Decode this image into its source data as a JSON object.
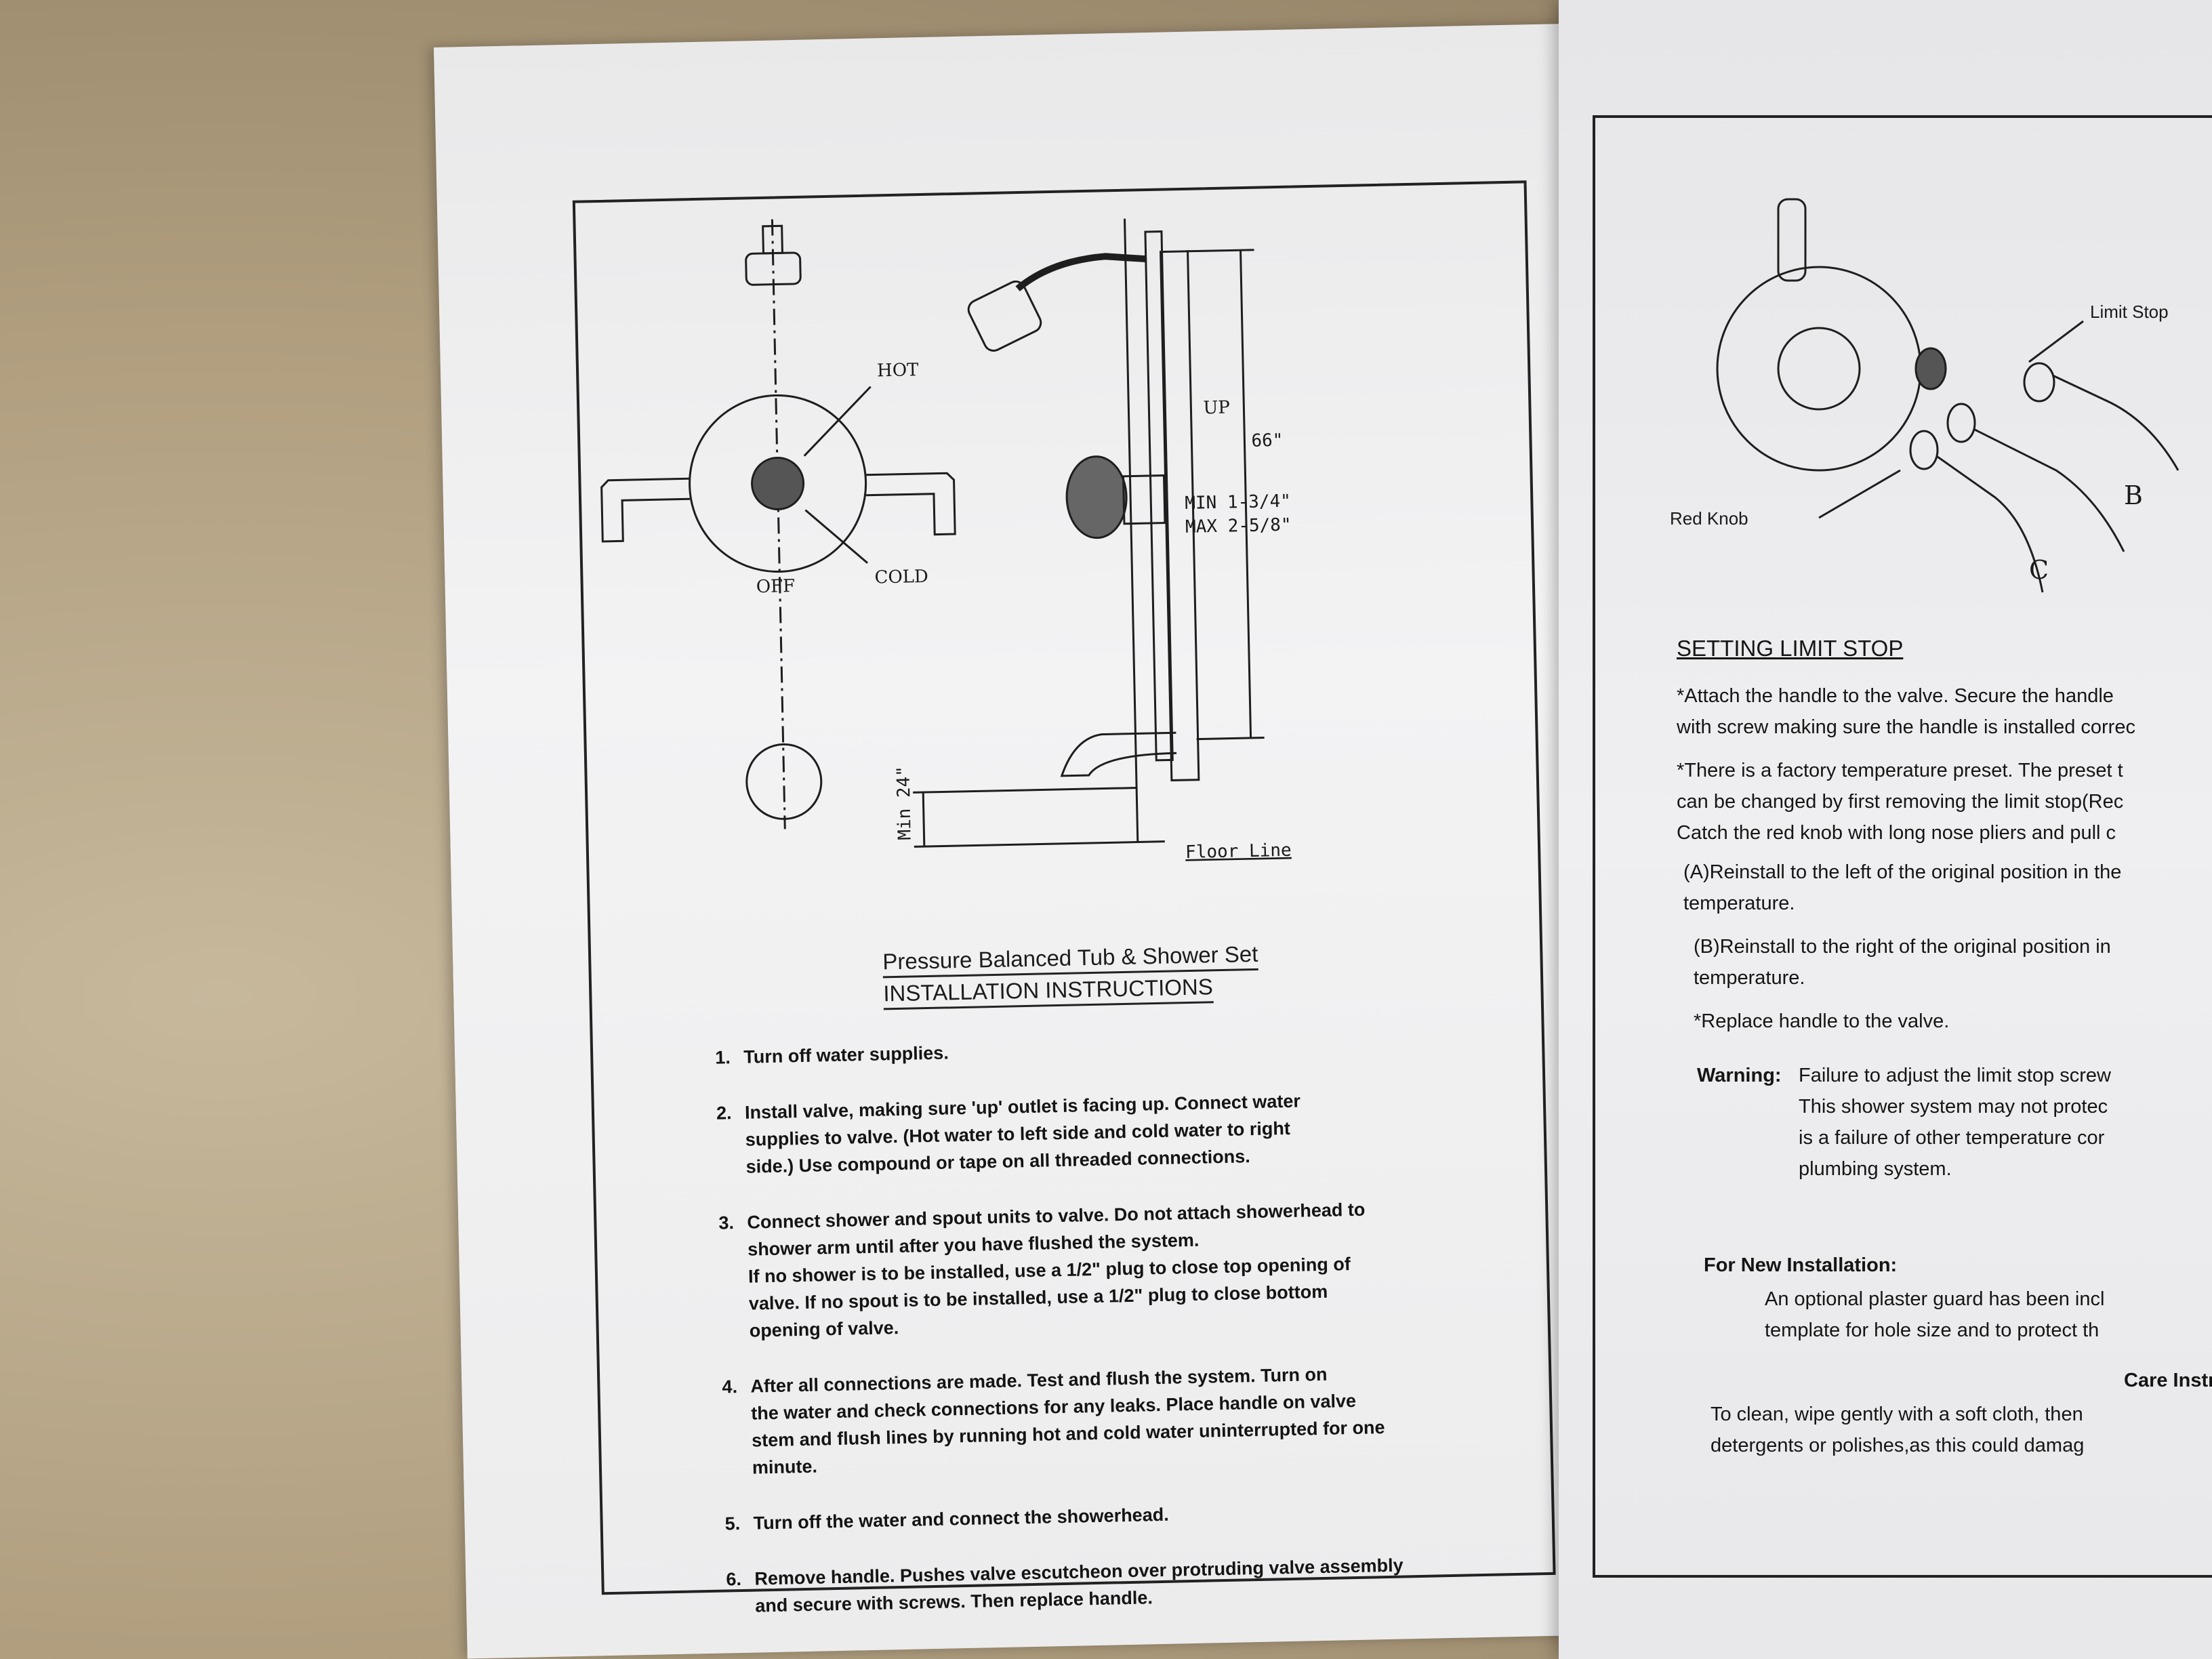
{
  "left_sheet": {
    "diagram_labels": {
      "hot": "HOT",
      "off": "OFF",
      "cold": "COLD",
      "up": "UP",
      "height": "66\"",
      "min_depth": "MIN 1-3/4\"",
      "max_depth": "MAX 2-5/8\"",
      "min_24": "Min 24\"",
      "floor_line": "Floor Line"
    },
    "title": "Pressure Balanced Tub & Shower Set",
    "subtitle": "INSTALLATION INSTRUCTIONS",
    "steps": [
      {
        "num": "1.",
        "text": "Turn off water supplies."
      },
      {
        "num": "2.",
        "text": "Install valve, making sure 'up' outlet is facing up. Connect water\nsupplies to valve. (Hot water to left side and cold water to right\nside.) Use compound or tape on all threaded connections."
      },
      {
        "num": "3.",
        "text": "Connect shower and spout units to valve. Do not attach showerhead to\nshower arm until after you have flushed the system.\nIf no shower is to be installed, use a 1/2\" plug to close top opening of\nvalve. If no spout is to be installed, use a 1/2\" plug to close bottom\nopening of valve."
      },
      {
        "num": "4.",
        "text": "After all connections are made. Test and flush the system. Turn on\nthe water and check connections for any leaks. Place handle on valve\nstem and flush lines by running hot and cold water uninterrupted for one\nminute."
      },
      {
        "num": "5.",
        "text": "Turn off the water and connect the showerhead."
      },
      {
        "num": "6.",
        "text": "Remove handle. Pushes valve escutcheon over protruding valve assembly\nand secure with screws. Then replace handle."
      }
    ]
  },
  "right_sheet": {
    "labels": {
      "limit_stop": "Limit Stop",
      "red_knob": "Red Knob",
      "b": "B",
      "c": "C"
    },
    "heading": "SETTING LIMIT STOP",
    "para1": "*Attach the handle to the valve. Secure the handle\nwith screw making sure the handle is installed correc",
    "para2": "*There is a factory temperature preset. The preset t\ncan be changed by first removing the limit stop(Rec\nCatch the red knob with long nose pliers and pull c",
    "para_a": "(A)Reinstall to the left of the original position in the\ntemperature.",
    "para_b": "(B)Reinstall to the right of the original position in\ntemperature.",
    "para3": "*Replace handle to the valve.",
    "warning_label": "Warning:",
    "warning_text": "Failure to adjust the limit stop screw\nThis shower system may not protec\nis a failure of other temperature cor\nplumbing system.",
    "new_install_heading": "For New Installation:",
    "new_install_text": "An optional plaster guard has been incl\ntemplate for hole size and to protect th",
    "care_heading": "Care Instruc",
    "care_text": "To clean, wipe gently with a soft cloth, then\ndetergents or polishes,as this could damag"
  }
}
